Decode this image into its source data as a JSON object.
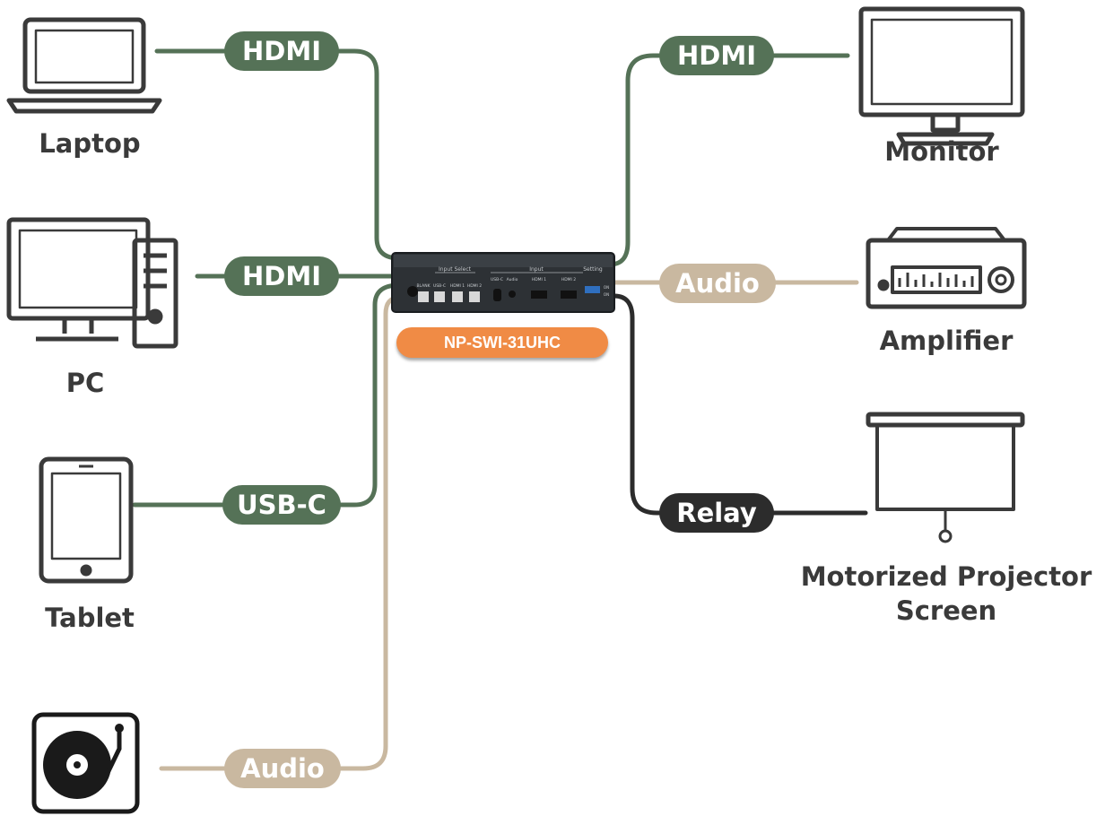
{
  "device": {
    "model": "NP-SWI-31UHC",
    "panel": {
      "input_select_label": "Input Select",
      "input_label": "Input",
      "setting_label": "Setting",
      "buttons": [
        "BLANK",
        "USB-C",
        "HDMI 1",
        "HDMI 2"
      ],
      "ports": [
        "USB-C",
        "Audio",
        "HDMI 1",
        "HDMI 2"
      ],
      "dip_labels": [
        "ON",
        "ON"
      ]
    }
  },
  "sources": [
    {
      "label": "Laptop",
      "connection": "HDMI",
      "icon": "laptop-icon"
    },
    {
      "label": "PC",
      "connection": "HDMI",
      "icon": "desktop-pc-icon"
    },
    {
      "label": "Tablet",
      "connection": "USB-C",
      "icon": "tablet-icon"
    },
    {
      "label": "",
      "connection": "Audio",
      "icon": "turntable-icon"
    }
  ],
  "outputs": [
    {
      "label": "Monitor",
      "connection": "HDMI",
      "icon": "monitor-icon"
    },
    {
      "label": "Amplifier",
      "connection": "Audio",
      "icon": "amplifier-icon"
    },
    {
      "label_line1": "Motorized Projector",
      "label_line2": "Screen",
      "connection": "Relay",
      "icon": "projector-screen-icon"
    }
  ],
  "colors": {
    "hdmi_line": "#557257",
    "audio_line": "#c9b8a0",
    "relay_line": "#2c2c2c",
    "badge": "#f08b45",
    "label_text": "#3a3a3a",
    "icon_stroke": "#3a3a3a"
  }
}
